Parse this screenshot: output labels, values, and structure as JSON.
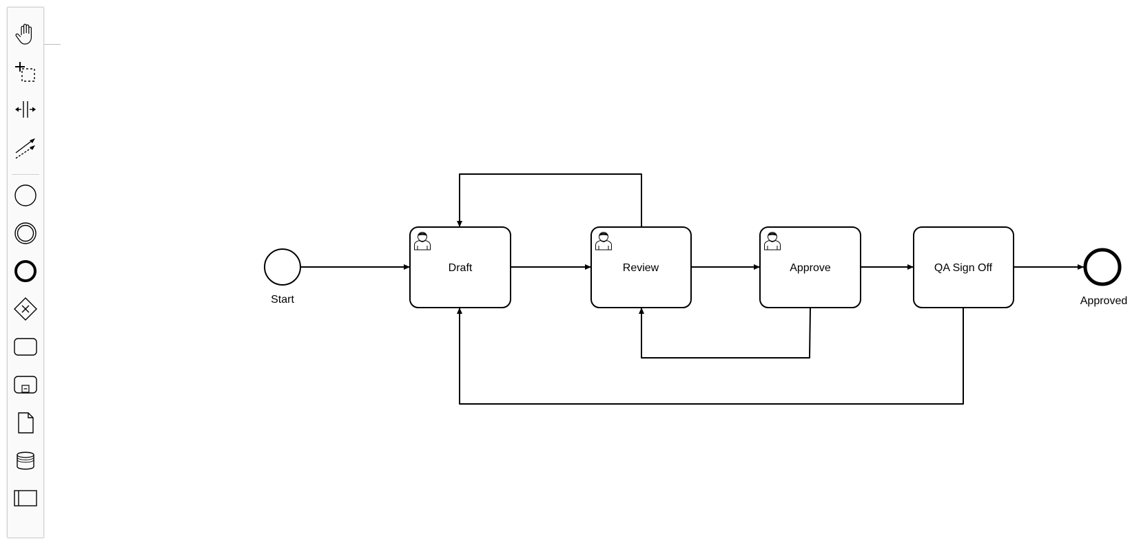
{
  "palette": {
    "tools": [
      {
        "name": "hand-tool",
        "icon": "hand-icon"
      },
      {
        "name": "lasso-tool",
        "icon": "lasso-icon"
      },
      {
        "name": "space-tool",
        "icon": "space-icon"
      },
      {
        "name": "global-connect-tool",
        "icon": "connect-icon"
      },
      {
        "name": "create-start-event",
        "icon": "start-event-icon"
      },
      {
        "name": "create-intermediate-event",
        "icon": "intermediate-event-icon"
      },
      {
        "name": "create-end-event",
        "icon": "end-event-icon"
      },
      {
        "name": "create-exclusive-gateway",
        "icon": "exclusive-gateway-icon"
      },
      {
        "name": "create-task",
        "icon": "task-icon"
      },
      {
        "name": "create-subprocess",
        "icon": "subprocess-icon"
      },
      {
        "name": "create-data-object",
        "icon": "data-object-icon"
      },
      {
        "name": "create-data-store",
        "icon": "data-store-icon"
      },
      {
        "name": "create-pool",
        "icon": "pool-icon"
      }
    ]
  },
  "diagram": {
    "start_event": {
      "label": "Start"
    },
    "end_event": {
      "label": "Approved"
    },
    "tasks": [
      {
        "id": "draft",
        "label": "Draft",
        "type": "user-task",
        "icon": "user-icon"
      },
      {
        "id": "review",
        "label": "Review",
        "type": "user-task",
        "icon": "user-icon"
      },
      {
        "id": "approve",
        "label": "Approve",
        "type": "user-task",
        "icon": "user-icon"
      },
      {
        "id": "qa",
        "label": "QA Sign Off",
        "type": "task"
      }
    ],
    "flows": [
      {
        "from": "start",
        "to": "draft"
      },
      {
        "from": "draft",
        "to": "review"
      },
      {
        "from": "review",
        "to": "approve"
      },
      {
        "from": "approve",
        "to": "qa"
      },
      {
        "from": "qa",
        "to": "end"
      },
      {
        "from": "review",
        "to": "draft"
      },
      {
        "from": "approve",
        "to": "review"
      },
      {
        "from": "qa",
        "to": "draft"
      }
    ]
  },
  "colors": {
    "stroke": "#000000",
    "fill": "#ffffff",
    "palette_bg": "#fafafa",
    "palette_border": "#cfcfcf"
  }
}
